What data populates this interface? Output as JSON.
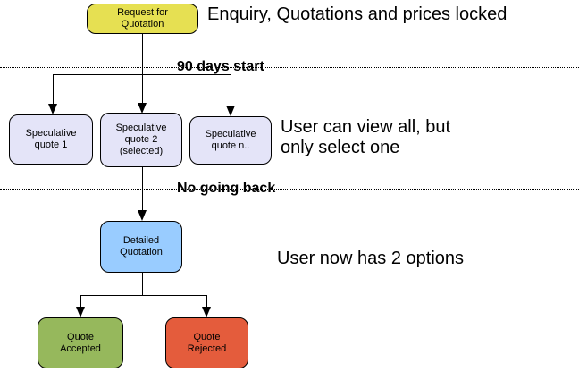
{
  "diagram": {
    "nodes": [
      {
        "id": "request-for-quotation",
        "label": "Request for\nQuotation",
        "color": "#E6E052"
      },
      {
        "id": "speculative-quote-1",
        "label": "Speculative\nquote 1",
        "color": "#E4E4F8"
      },
      {
        "id": "speculative-quote-2",
        "label": "Speculative\nquote 2\n(selected)",
        "color": "#E4E4F8"
      },
      {
        "id": "speculative-quote-n",
        "label": "Speculative\nquote n..",
        "color": "#E4E4F8"
      },
      {
        "id": "detailed-quotation",
        "label": "Detailed\nQuotation",
        "color": "#99CCFF"
      },
      {
        "id": "quote-accepted",
        "label": "Quote\nAccepted",
        "color": "#96B85C"
      },
      {
        "id": "quote-rejected",
        "label": "Quote\nRejected",
        "color": "#E45C3C"
      }
    ],
    "phase_labels": [
      {
        "text": "90 days start"
      },
      {
        "text": "No going back"
      }
    ],
    "annotations": [
      {
        "text": "Enquiry, Quotations and prices locked"
      },
      {
        "text": "User can view all, but\nonly select one"
      },
      {
        "text": "User now has 2 options"
      }
    ]
  }
}
